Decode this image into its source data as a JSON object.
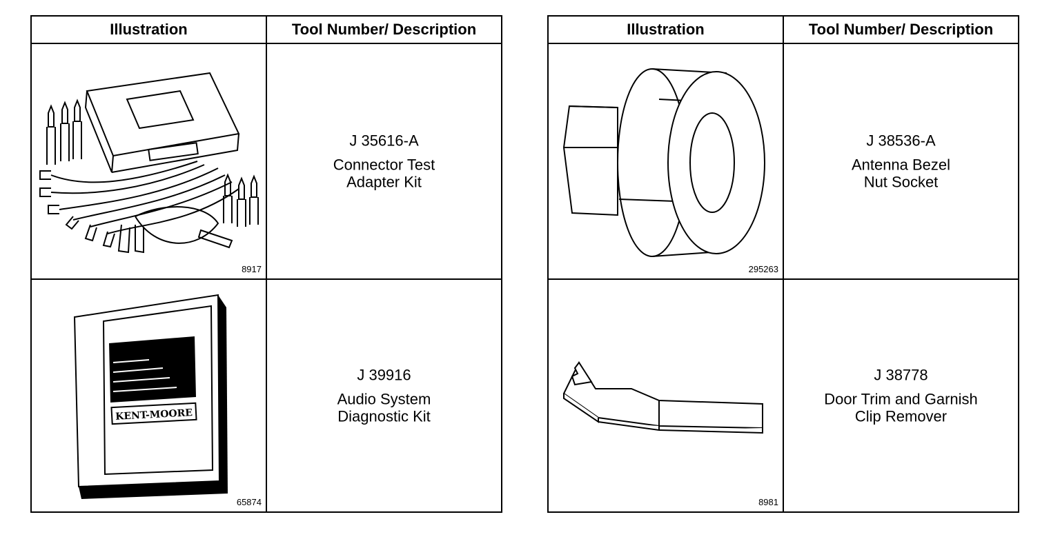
{
  "header": {
    "illustration_label": "Illustration",
    "tool_label": "Tool Number/ Description"
  },
  "tools": [
    {
      "fig": "8917",
      "number": "J 35616-A",
      "description": "Connector Test\nAdapter Kit",
      "icon": "connector-test-kit-icon"
    },
    {
      "fig": "65874",
      "number": "J 39916",
      "description": "Audio System\nDiagnostic Kit",
      "icon": "manual-binder-icon",
      "cover_brand": "KENT-MOORE"
    },
    {
      "fig": "295263",
      "number": "J 38536-A",
      "description": "Antenna Bezel\nNut Socket",
      "icon": "socket-icon"
    },
    {
      "fig": "8981",
      "number": "J 38778",
      "description": "Door Trim and Garnish\nClip Remover",
      "icon": "clip-remover-icon"
    }
  ]
}
